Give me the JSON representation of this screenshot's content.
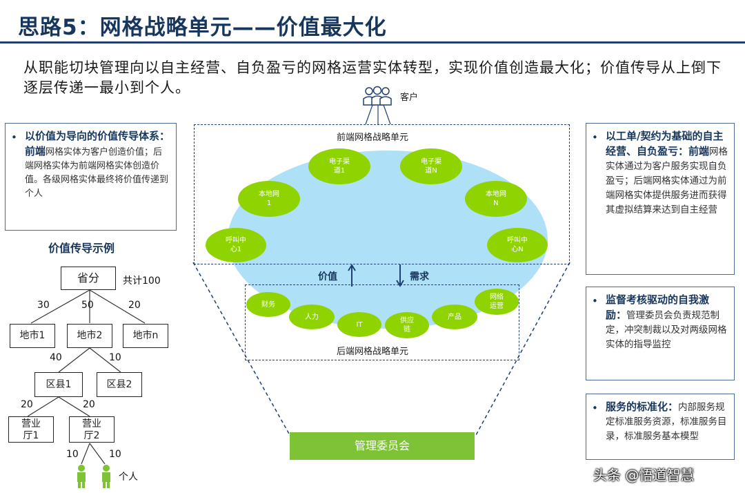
{
  "title": "思路5：网格战略单元——价值最大化",
  "intro": "从职能切块管理向以自主经营、自负盈亏的网格运营实体转型，实现价值创造最大化；价值传导从上倒下逐层传递一最小到个人。",
  "left_box": {
    "bullet": "•",
    "strong": "以价值为导向的价值传导体系：",
    "strong2": "前端",
    "text": "网格实体为客户创造价值；后端网格实体为前端网格实体创造价值。各级网格实体最终将价值传递到个人"
  },
  "tree": {
    "heading": "价值传导示例",
    "root": "省分",
    "total": "共计100",
    "cities": [
      "地市1",
      "地市2",
      "地市n"
    ],
    "city_values": [
      "30",
      "50",
      "20"
    ],
    "counties": [
      "区县1",
      "区县2"
    ],
    "county_values": [
      "40",
      "10"
    ],
    "halls": [
      "营业\n厅1",
      "营业\n厅2"
    ],
    "hall_values": [
      "20",
      "20"
    ],
    "person_values": [
      "10",
      "10"
    ],
    "person_label": "个人"
  },
  "center": {
    "customer": "客户",
    "front_title": "前端网格战略单元",
    "back_title": "后端网格战略单元",
    "value_label": "价值",
    "demand_label": "需求",
    "front_units": [
      "电子渠\n道1",
      "电子渠\n道N",
      "本地网\n1",
      "本地网\nN",
      "呼叫中\n心1",
      "呼叫中\n心N"
    ],
    "back_units": [
      "财务",
      "人力",
      "IT",
      "供应\n链",
      "产品",
      "网络\n运营"
    ],
    "committee": "管理委员会"
  },
  "right_boxes": [
    {
      "bullet": "•",
      "strong": "以工单/契约为基础的自主经营、自负盈亏：",
      "strong2": "前端",
      "text": "网格实体通过为客户服务实现自负盈亏；后端网格实体通过为前端网格实体提供服务进而获得其虚拟结算来达到自主经营"
    },
    {
      "bullet": "•",
      "strong": "监督考核驱动的自我激励：",
      "strong2": "",
      "text": "管理委员会负责规范制定，冲突制裁以及对两级网格实体的指导监控"
    },
    {
      "bullet": "•",
      "strong": "服务的标准化：",
      "strong2": "",
      "text": "内部服务规定标准服务资源，标准服务目录，标准服务基本模型"
    }
  ],
  "watermark": "头条 @悟道智慧",
  "colors": {
    "accent": "#17365d",
    "green": "#8fd400",
    "blue_ellipse": "#aee0f8",
    "committee": "#7ec236"
  }
}
